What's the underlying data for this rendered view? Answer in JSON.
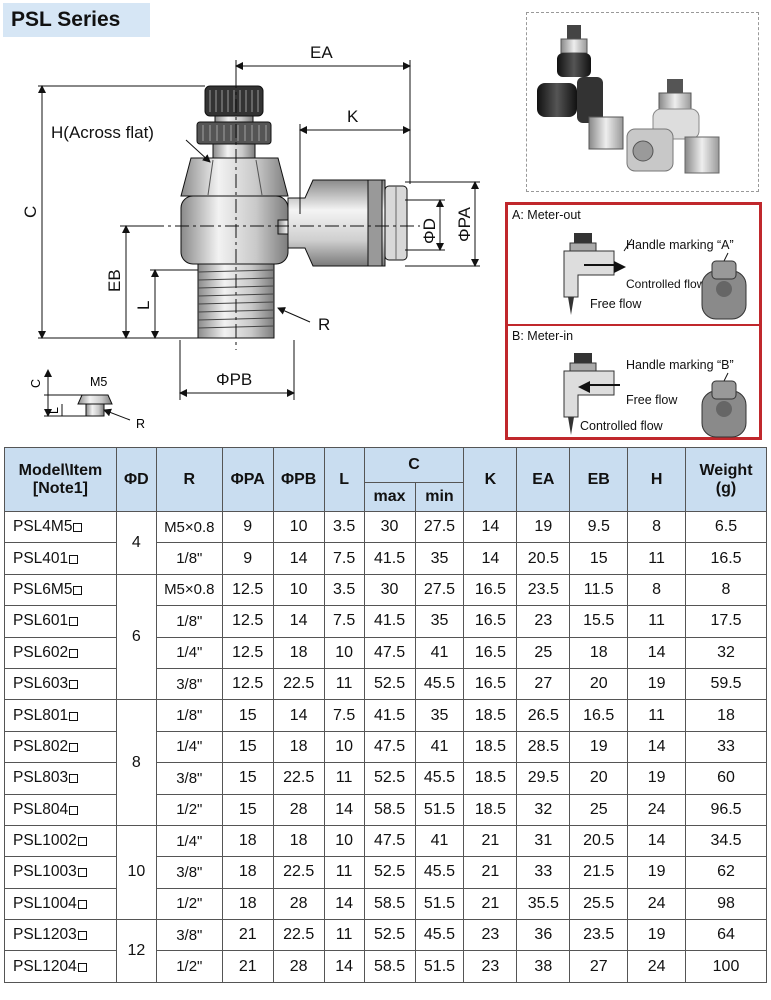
{
  "title": "PSL Series",
  "drawing_labels": {
    "ea": "EA",
    "k": "K",
    "h": "H(Across flat)",
    "c": "C",
    "eb": "EB",
    "l": "L",
    "r": "R",
    "pb": "ΦPB",
    "d": "ΦD",
    "pa": "ΦPA",
    "m5": "M5",
    "small_c": "C",
    "small_l": "L",
    "small_r": "R"
  },
  "flow": {
    "a_title": "A: Meter-out",
    "a_marking": "Handle marking “A”",
    "a_controlled": "Controlled flow",
    "a_free": "Free flow",
    "b_title": "B: Meter-in",
    "b_marking": "Handle marking “B”",
    "b_free": "Free flow",
    "b_controlled": "Controlled flow"
  },
  "table": {
    "headers": {
      "model_line1": "Model\\Item",
      "model_line2": "[Note1]",
      "d": "ΦD",
      "r": "R",
      "pa": "ΦPA",
      "pb": "ΦPB",
      "l": "L",
      "c": "C",
      "c_max": "max",
      "c_min": "min",
      "k": "K",
      "ea": "EA",
      "eb": "EB",
      "h": "H",
      "weight_line1": "Weight",
      "weight_line2": "(g)"
    },
    "groups": [
      {
        "d": "4",
        "rows": [
          [
            "PSL4M5",
            "M5×0.8",
            "9",
            "10",
            "3.5",
            "30",
            "27.5",
            "14",
            "19",
            "9.5",
            "8",
            "6.5"
          ],
          [
            "PSL401",
            "1/8\"",
            "9",
            "14",
            "7.5",
            "41.5",
            "35",
            "14",
            "20.5",
            "15",
            "11",
            "16.5"
          ]
        ]
      },
      {
        "d": "6",
        "rows": [
          [
            "PSL6M5",
            "M5×0.8",
            "12.5",
            "10",
            "3.5",
            "30",
            "27.5",
            "16.5",
            "23.5",
            "11.5",
            "8",
            "8"
          ],
          [
            "PSL601",
            "1/8\"",
            "12.5",
            "14",
            "7.5",
            "41.5",
            "35",
            "16.5",
            "23",
            "15.5",
            "11",
            "17.5"
          ],
          [
            "PSL602",
            "1/4\"",
            "12.5",
            "18",
            "10",
            "47.5",
            "41",
            "16.5",
            "25",
            "18",
            "14",
            "32"
          ],
          [
            "PSL603",
            "3/8\"",
            "12.5",
            "22.5",
            "11",
            "52.5",
            "45.5",
            "16.5",
            "27",
            "20",
            "19",
            "59.5"
          ]
        ]
      },
      {
        "d": "8",
        "rows": [
          [
            "PSL801",
            "1/8\"",
            "15",
            "14",
            "7.5",
            "41.5",
            "35",
            "18.5",
            "26.5",
            "16.5",
            "11",
            "18"
          ],
          [
            "PSL802",
            "1/4\"",
            "15",
            "18",
            "10",
            "47.5",
            "41",
            "18.5",
            "28.5",
            "19",
            "14",
            "33"
          ],
          [
            "PSL803",
            "3/8\"",
            "15",
            "22.5",
            "11",
            "52.5",
            "45.5",
            "18.5",
            "29.5",
            "20",
            "19",
            "60"
          ],
          [
            "PSL804",
            "1/2\"",
            "15",
            "28",
            "14",
            "58.5",
            "51.5",
            "18.5",
            "32",
            "25",
            "24",
            "96.5"
          ]
        ]
      },
      {
        "d": "10",
        "rows": [
          [
            "PSL1002",
            "1/4\"",
            "18",
            "18",
            "10",
            "47.5",
            "41",
            "21",
            "31",
            "20.5",
            "14",
            "34.5"
          ],
          [
            "PSL1003",
            "3/8\"",
            "18",
            "22.5",
            "11",
            "52.5",
            "45.5",
            "21",
            "33",
            "21.5",
            "19",
            "62"
          ],
          [
            "PSL1004",
            "1/2\"",
            "18",
            "28",
            "14",
            "58.5",
            "51.5",
            "21",
            "35.5",
            "25.5",
            "24",
            "98"
          ]
        ]
      },
      {
        "d": "12",
        "rows": [
          [
            "PSL1203",
            "3/8\"",
            "21",
            "22.5",
            "11",
            "52.5",
            "45.5",
            "23",
            "36",
            "23.5",
            "19",
            "64"
          ],
          [
            "PSL1204",
            "1/2\"",
            "21",
            "28",
            "14",
            "58.5",
            "51.5",
            "23",
            "38",
            "27",
            "24",
            "100"
          ]
        ]
      }
    ]
  }
}
